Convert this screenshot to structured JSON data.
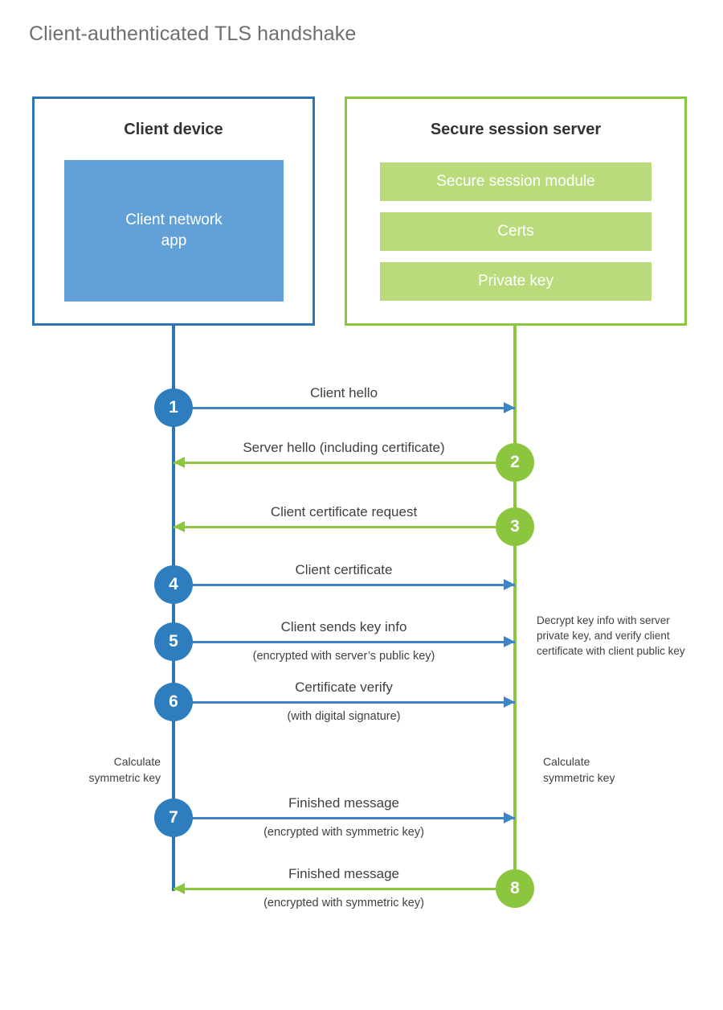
{
  "title": "Client-authenticated TLS handshake",
  "colors": {
    "client_border": "#2E75B6",
    "client_fill": "#62A0D8",
    "client_badge": "#2E7EBF",
    "client_arrow": "#3D85C6",
    "server_border": "#8CC63F",
    "server_fill": "#BADB7B",
    "server_badge": "#8CC63F",
    "server_arrow": "#8CC63F",
    "title_text": "#6e6e6e",
    "body_text": "#404040"
  },
  "actors": {
    "client": {
      "title": "Client device",
      "component": "Client network\napp"
    },
    "server": {
      "title": "Secure session server",
      "components": [
        {
          "label": "Secure session module"
        },
        {
          "label": "Certs"
        },
        {
          "label": "Private key"
        }
      ]
    }
  },
  "steps": [
    {
      "number": "1",
      "side": "client",
      "direction": "to-server",
      "label": "Client hello",
      "sublabel": ""
    },
    {
      "number": "2",
      "side": "server",
      "direction": "to-client",
      "label": "Server hello (including certificate)",
      "sublabel": ""
    },
    {
      "number": "3",
      "side": "server",
      "direction": "to-client",
      "label": "Client certificate request",
      "sublabel": ""
    },
    {
      "number": "4",
      "side": "client",
      "direction": "to-server",
      "label": "Client certificate",
      "sublabel": ""
    },
    {
      "number": "5",
      "side": "client",
      "direction": "to-server",
      "label": "Client sends key info",
      "sublabel": "(encrypted with server’s public key)"
    },
    {
      "number": "6",
      "side": "client",
      "direction": "to-server",
      "label": "Certificate verify",
      "sublabel": "(with digital signature)"
    },
    {
      "number": "7",
      "side": "client",
      "direction": "to-server",
      "label": "Finished message",
      "sublabel": "(encrypted with symmetric key)"
    },
    {
      "number": "8",
      "side": "server",
      "direction": "to-client",
      "label": "Finished message",
      "sublabel": "(encrypted with symmetric key)"
    }
  ],
  "notes": {
    "server_decrypt": "Decrypt key info with server private key, and verify client certificate with client public key",
    "client_calculate": "Calculate\nsymmetric key",
    "server_calculate": "Calculate\nsymmetric key"
  }
}
